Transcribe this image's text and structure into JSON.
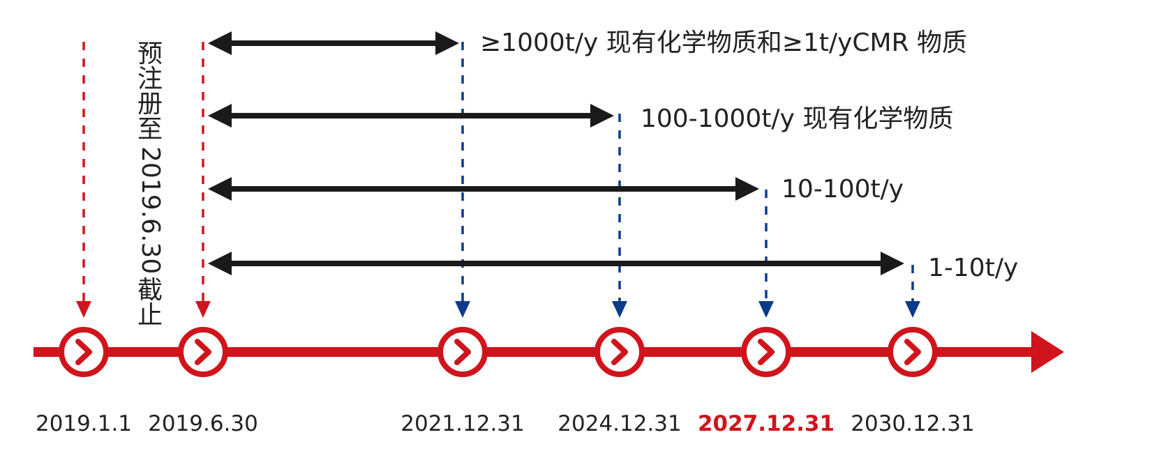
{
  "milestones": [
    {
      "id": "m1",
      "date": "2019.1.1",
      "color": "#d0141c",
      "highlight": false
    },
    {
      "id": "m2",
      "date": "2019.6.30",
      "color": "#d0141c",
      "highlight": false
    },
    {
      "id": "m3",
      "date": "2021.12.31",
      "color": "#0a3a8c",
      "highlight": false
    },
    {
      "id": "m4",
      "date": "2024.12.31",
      "color": "#0a3a8c",
      "highlight": false
    },
    {
      "id": "m5",
      "date": "2027.12.31",
      "color": "#0a3a8c",
      "highlight": true
    },
    {
      "id": "m6",
      "date": "2030.12.31",
      "color": "#0a3a8c",
      "highlight": false
    }
  ],
  "ranges": [
    {
      "label": "≥1000t/y 现有化学物质和≥1t/yCMR 物质",
      "to": "2021.12.31"
    },
    {
      "label": "100-1000t/y 现有化学物质",
      "to": "2024.12.31"
    },
    {
      "label": "10-100t/y",
      "to": "2027.12.31"
    },
    {
      "label": "1-10t/y",
      "to": "2030.12.31"
    }
  ],
  "pre_registration_note": {
    "prefix": "预注册至",
    "date": "2019.6.30",
    "suffix": "截止"
  },
  "colors": {
    "axis": "#d0141c",
    "range_arrow": "#1a1a1a",
    "blue_marker": "#0a3a8c",
    "text": "#222222"
  },
  "icons": {
    "milestone": "chevron-right-circle-icon",
    "axis_end": "arrowhead-right-icon"
  }
}
